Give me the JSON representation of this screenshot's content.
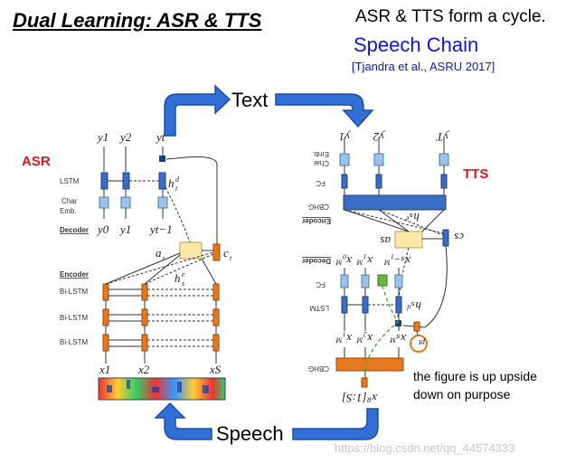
{
  "slide": {
    "title": "Dual Learning: ASR & TTS",
    "cycle_text": "ASR & TTS form a cycle.",
    "speech_chain": "Speech Chain",
    "citation": "[Tjandra et al., ASRU 2017]"
  },
  "cycle": {
    "text_label": "Text",
    "speech_label": "Speech"
  },
  "asr": {
    "label": "ASR",
    "outputs": [
      "y1",
      "y2",
      "yt"
    ],
    "inputs": [
      "y0",
      "y1",
      "yt−1"
    ],
    "row_labels": [
      "LSTM",
      "Char Emb.",
      "Decoder",
      "Encoder",
      "Bi-LSTM",
      "Bi-LSTM",
      "Bi-LSTM"
    ],
    "attention": [
      "a_t",
      "c_t",
      "h_t^d",
      "h_s^e"
    ],
    "features": [
      "x1",
      "x2",
      "xS"
    ]
  },
  "tts": {
    "label": "TTS",
    "note": "the figure is up upside down on purpose"
  },
  "watermark": "https://blog.csdn.net/qq_44574333",
  "colors": {
    "accent_blue": "#0a14e6",
    "label_red": "#e8141c",
    "arrow_blue": "#2f6fd6",
    "encoder_orange": "#e8781e",
    "decoder_blue": "#3a6ec6",
    "attention_yellow": "#fbe7a8"
  }
}
